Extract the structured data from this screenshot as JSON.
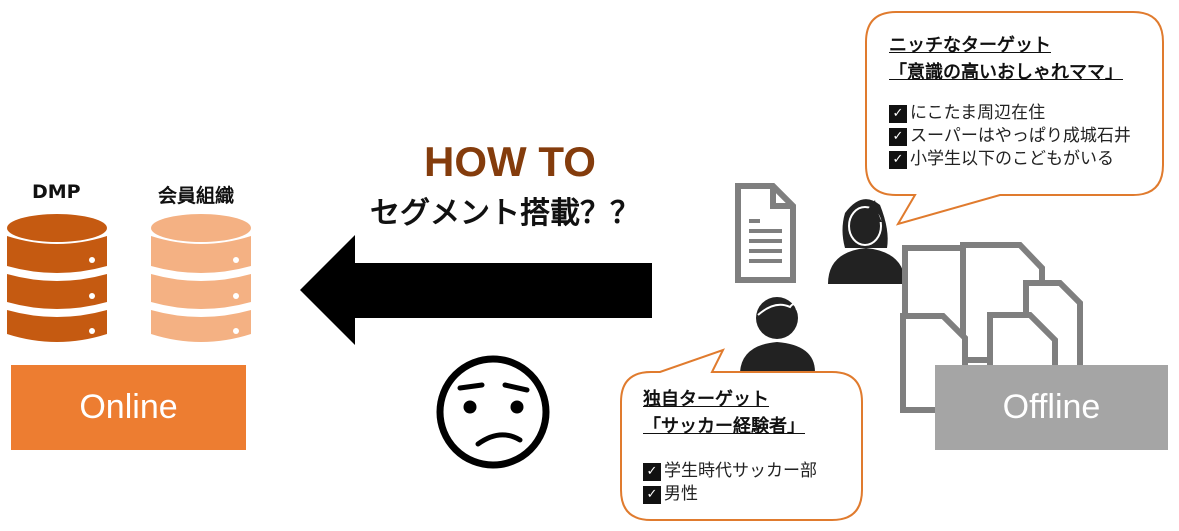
{
  "online": {
    "dmp_label": "DMP",
    "member_label": "会員組織",
    "box_label": "Online",
    "colors": {
      "dmp": "#C55A11",
      "member": "#F4B183",
      "box": "#ED7D31"
    }
  },
  "center": {
    "title": "HOW TO",
    "subtitle": "セグメント搭載？？",
    "title_color": "#843C0C"
  },
  "offline": {
    "box_label": "Offline",
    "color": "#A5A5A5"
  },
  "bubble_top": {
    "title_line1": "ニッチなターゲット",
    "title_line2": "「意識の高いおしゃれママ」",
    "items": [
      "にこたま周辺在住",
      "スーパーはやっぱり成城石井",
      "小学生以下のこどもがいる"
    ]
  },
  "bubble_bottom": {
    "title_line1": "独自ターゲット",
    "title_line2": "「サッカー経験者」",
    "items": [
      "学生時代サッカー部",
      "男性"
    ]
  },
  "check_glyph": "✓",
  "accent": "#E07B2E"
}
